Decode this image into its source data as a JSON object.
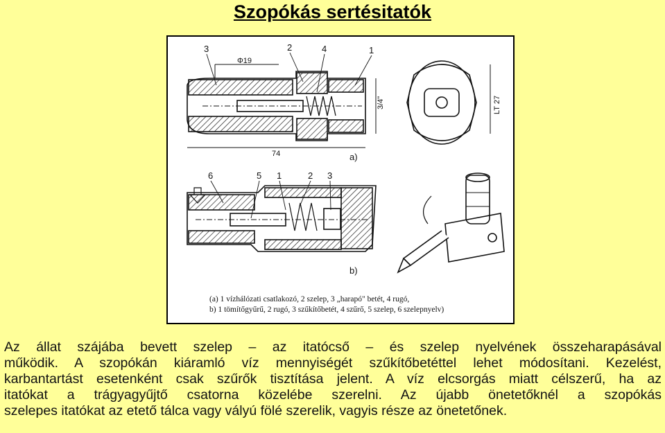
{
  "title": "Szopókás sertésitatók",
  "figure": {
    "dimension_labels": {
      "diameter": "Φ19",
      "length": "74",
      "thread": "3/4\"",
      "thread_lt": "LT 27"
    },
    "part_labels_a": [
      "3",
      "2",
      "4",
      "1"
    ],
    "part_labels_b": [
      "6",
      "5",
      "1",
      "2",
      "3"
    ],
    "view_a_label": "a)",
    "view_b_label": "b)",
    "caption": [
      "(a) 1 vízhálózati csatlakozó, 2 szelep, 3 „harapó\" betét, 4 rugó,",
      "b) 1 tömítőgyűrű, 2 rugó, 3 szűkítőbetét, 4 szűrő, 5 szelep, 6 szelepnyelv)"
    ]
  },
  "paragraph": {
    "lines": [
      "Az állat szájába bevett szelep – az itatócső – és szelep nyelvének összeharapásával",
      "működik. A szopókán kiáramló víz mennyiségét szűkítőbetéttel lehet módosítani. Kezelést,",
      "karbantartást esetenként csak szűrők tisztítása jelent. A víz elcsorgás miatt célszerű, ha az",
      "itatókat a trágyagyűjtő csatorna közelébe szerelni. Az újabb önetetőknél a szopókás",
      "szelepes itatókat az etető tálca vagy vályú fölé szerelik, vagyis része az önetetőnek."
    ]
  }
}
